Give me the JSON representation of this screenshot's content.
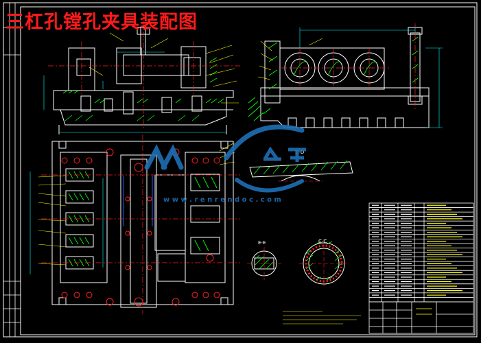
{
  "title": "三杠孔镗孔夹具装配图",
  "watermark": {
    "url": "w w w . r e n r e n d o c . c o m"
  },
  "section_labels": {
    "d_d": "D-D",
    "e_e": "E-E",
    "c_c": "C-C"
  },
  "colors": {
    "background": "#000000",
    "frame": "#ffffff",
    "outline": "#ffffff",
    "centerline": "#ff2020",
    "hatch": "#00ff00",
    "dimension": "#00ffff",
    "leader": "#ffff00",
    "title_text": "#ff1a1a",
    "watermark": "#1e6fb5"
  }
}
